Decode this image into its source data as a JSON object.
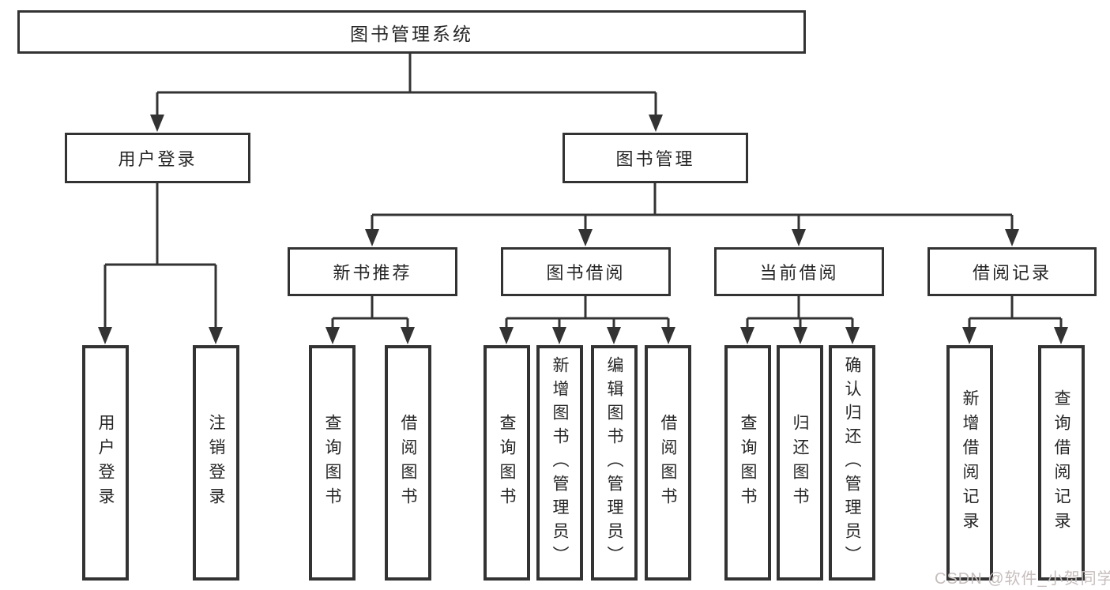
{
  "diagram": {
    "title": "图书管理系统",
    "root": {
      "label": "图书管理系统"
    },
    "level2": [
      {
        "label": "用户登录"
      },
      {
        "label": "图书管理"
      }
    ],
    "level3": [
      {
        "label": "新书推荐",
        "parent": "图书管理"
      },
      {
        "label": "图书借阅",
        "parent": "图书管理"
      },
      {
        "label": "当前借阅",
        "parent": "图书管理"
      },
      {
        "label": "借阅记录",
        "parent": "图书管理"
      }
    ],
    "leaves": [
      {
        "label": "用户登录",
        "parent": "用户登录"
      },
      {
        "label": "注销登录",
        "parent": "用户登录"
      },
      {
        "label": "查询图书",
        "parent": "新书推荐"
      },
      {
        "label": "借阅图书",
        "parent": "新书推荐"
      },
      {
        "label": "查询图书",
        "parent": "图书借阅"
      },
      {
        "label": "新增图书（管理员）",
        "parent": "图书借阅"
      },
      {
        "label": "编辑图书（管理员）",
        "parent": "图书借阅"
      },
      {
        "label": "借阅图书",
        "parent": "图书借阅"
      },
      {
        "label": "查询图书",
        "parent": "当前借阅"
      },
      {
        "label": "归还图书",
        "parent": "当前借阅"
      },
      {
        "label": "确认归还（管理员）",
        "parent": "当前借阅"
      },
      {
        "label": "新增借阅记录",
        "parent": "借阅记录"
      },
      {
        "label": "查询借阅记录",
        "parent": "借阅记录"
      }
    ],
    "watermark": "CSDN @软件_小贺同学",
    "colors": {
      "line": "#333333",
      "box_border": "#333333",
      "text": "#262626",
      "watermark": "#c7bdbd",
      "background": "#ffffff"
    }
  }
}
